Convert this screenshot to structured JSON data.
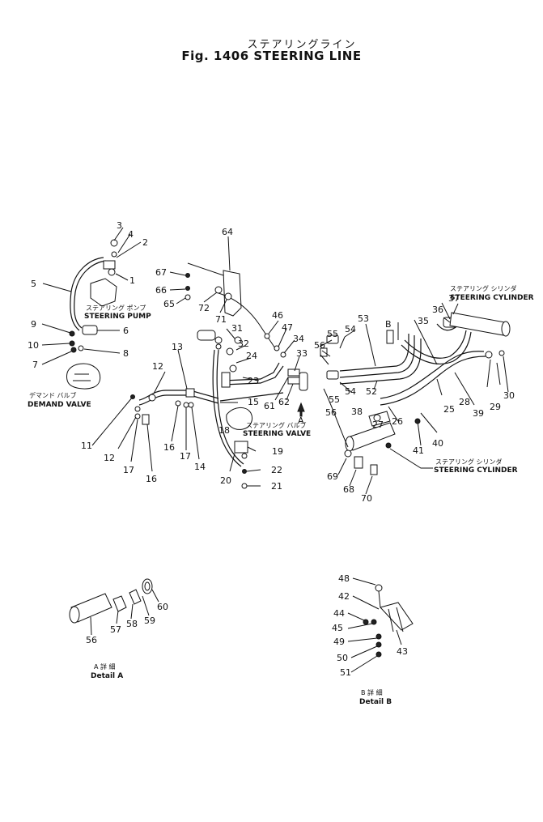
{
  "title_jp": "ステアリングライン",
  "title_en": "Fig. 1406 STEERING LINE",
  "component_labels": {
    "steering_pump_jp": "ステアリング ポンプ",
    "steering_pump_en": "STEERING PUMP",
    "demand_valve_jp": "デマンド バルブ",
    "demand_valve_en": "DEMAND VALVE",
    "steering_valve_jp": "ステアリング バルブ",
    "steering_valve_en": "STEERING VALVE",
    "steering_cylinder_jp_top": "ステアリング シリンダ",
    "steering_cylinder_en_top": "STEERING CYLINDER",
    "steering_cylinder_jp_bottom": "ステアリング シリンダ",
    "steering_cylinder_en_bottom": "STEERING CYLINDER",
    "view_marker": "A"
  },
  "details": {
    "a_jp": "A 詳 細",
    "a_en": "Detail A",
    "b_jp": "B 詳 細",
    "b_en": "Detail B"
  },
  "callouts": [
    {
      "id": "c3",
      "text": "3"
    },
    {
      "id": "c4",
      "text": "4"
    },
    {
      "id": "c2",
      "text": "2"
    },
    {
      "id": "c1",
      "text": "1"
    },
    {
      "id": "c5",
      "text": "5"
    },
    {
      "id": "c9",
      "text": "9"
    },
    {
      "id": "c10",
      "text": "10"
    },
    {
      "id": "c7",
      "text": "7"
    },
    {
      "id": "c6",
      "text": "6"
    },
    {
      "id": "c8",
      "text": "8"
    },
    {
      "id": "c64",
      "text": "64"
    },
    {
      "id": "c67",
      "text": "67"
    },
    {
      "id": "c66",
      "text": "66"
    },
    {
      "id": "c65",
      "text": "65"
    },
    {
      "id": "c72",
      "text": "72"
    },
    {
      "id": "c71",
      "text": "71"
    },
    {
      "id": "c31",
      "text": "31"
    },
    {
      "id": "c32",
      "text": "32"
    },
    {
      "id": "c24",
      "text": "24"
    },
    {
      "id": "c23",
      "text": "23"
    },
    {
      "id": "c46",
      "text": "46"
    },
    {
      "id": "c47",
      "text": "47"
    },
    {
      "id": "c34",
      "text": "34"
    },
    {
      "id": "c33",
      "text": "33"
    },
    {
      "id": "c13",
      "text": "13"
    },
    {
      "id": "c12a",
      "text": "12"
    },
    {
      "id": "c15",
      "text": "15"
    },
    {
      "id": "c61",
      "text": "61"
    },
    {
      "id": "c62",
      "text": "62"
    },
    {
      "id": "c11",
      "text": "11"
    },
    {
      "id": "c12b",
      "text": "12"
    },
    {
      "id": "c17a",
      "text": "17"
    },
    {
      "id": "c16a",
      "text": "16"
    },
    {
      "id": "c16b",
      "text": "16"
    },
    {
      "id": "c17b",
      "text": "17"
    },
    {
      "id": "c14",
      "text": "14"
    },
    {
      "id": "c18",
      "text": "18"
    },
    {
      "id": "c19",
      "text": "19"
    },
    {
      "id": "c20",
      "text": "20"
    },
    {
      "id": "c22",
      "text": "22"
    },
    {
      "id": "c21",
      "text": "21"
    },
    {
      "id": "c55a",
      "text": "55"
    },
    {
      "id": "c56a",
      "text": "56"
    },
    {
      "id": "c54a",
      "text": "54"
    },
    {
      "id": "c53",
      "text": "53"
    },
    {
      "id": "c37",
      "text": "37"
    },
    {
      "id": "c36",
      "text": "36"
    },
    {
      "id": "c35",
      "text": "35"
    },
    {
      "id": "cB",
      "text": "B"
    },
    {
      "id": "c54b",
      "text": "54"
    },
    {
      "id": "c52",
      "text": "52"
    },
    {
      "id": "c55b",
      "text": "55"
    },
    {
      "id": "c56b",
      "text": "56"
    },
    {
      "id": "c38",
      "text": "38"
    },
    {
      "id": "c27",
      "text": "27"
    },
    {
      "id": "c26",
      "text": "26"
    },
    {
      "id": "c25",
      "text": "25"
    },
    {
      "id": "c28",
      "text": "28"
    },
    {
      "id": "c39",
      "text": "39"
    },
    {
      "id": "c29",
      "text": "29"
    },
    {
      "id": "c30",
      "text": "30"
    },
    {
      "id": "c40",
      "text": "40"
    },
    {
      "id": "c41",
      "text": "41"
    },
    {
      "id": "c69",
      "text": "69"
    },
    {
      "id": "c68",
      "text": "68"
    },
    {
      "id": "c70",
      "text": "70"
    },
    {
      "id": "c56d",
      "text": "56"
    },
    {
      "id": "c57",
      "text": "57"
    },
    {
      "id": "c58",
      "text": "58"
    },
    {
      "id": "c59",
      "text": "59"
    },
    {
      "id": "c60",
      "text": "60"
    },
    {
      "id": "c48",
      "text": "48"
    },
    {
      "id": "c42",
      "text": "42"
    },
    {
      "id": "c44",
      "text": "44"
    },
    {
      "id": "c45",
      "text": "45"
    },
    {
      "id": "c43",
      "text": "43"
    },
    {
      "id": "c49",
      "text": "49"
    },
    {
      "id": "c50",
      "text": "50"
    },
    {
      "id": "c51",
      "text": "51"
    }
  ]
}
